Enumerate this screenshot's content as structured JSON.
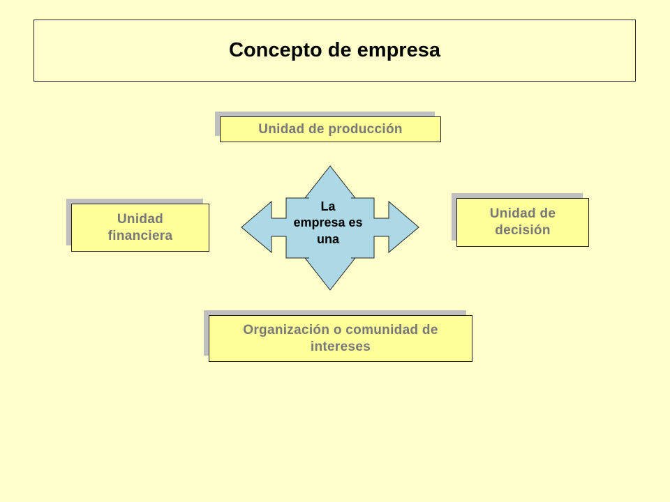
{
  "slide": {
    "title": "Concepto de empresa"
  },
  "diagram": {
    "center_label": "La empresa es una",
    "nodes": {
      "top": "Unidad de producción",
      "left": "Unidad financiera",
      "right": "Unidad de decisión",
      "bottom": "Organización o comunidad de intereses"
    }
  },
  "colors": {
    "background": "#FFFFCC",
    "node_fill": "#FFFF99",
    "node_text": "#777777",
    "arrow_fill": "#ADD8E6"
  }
}
